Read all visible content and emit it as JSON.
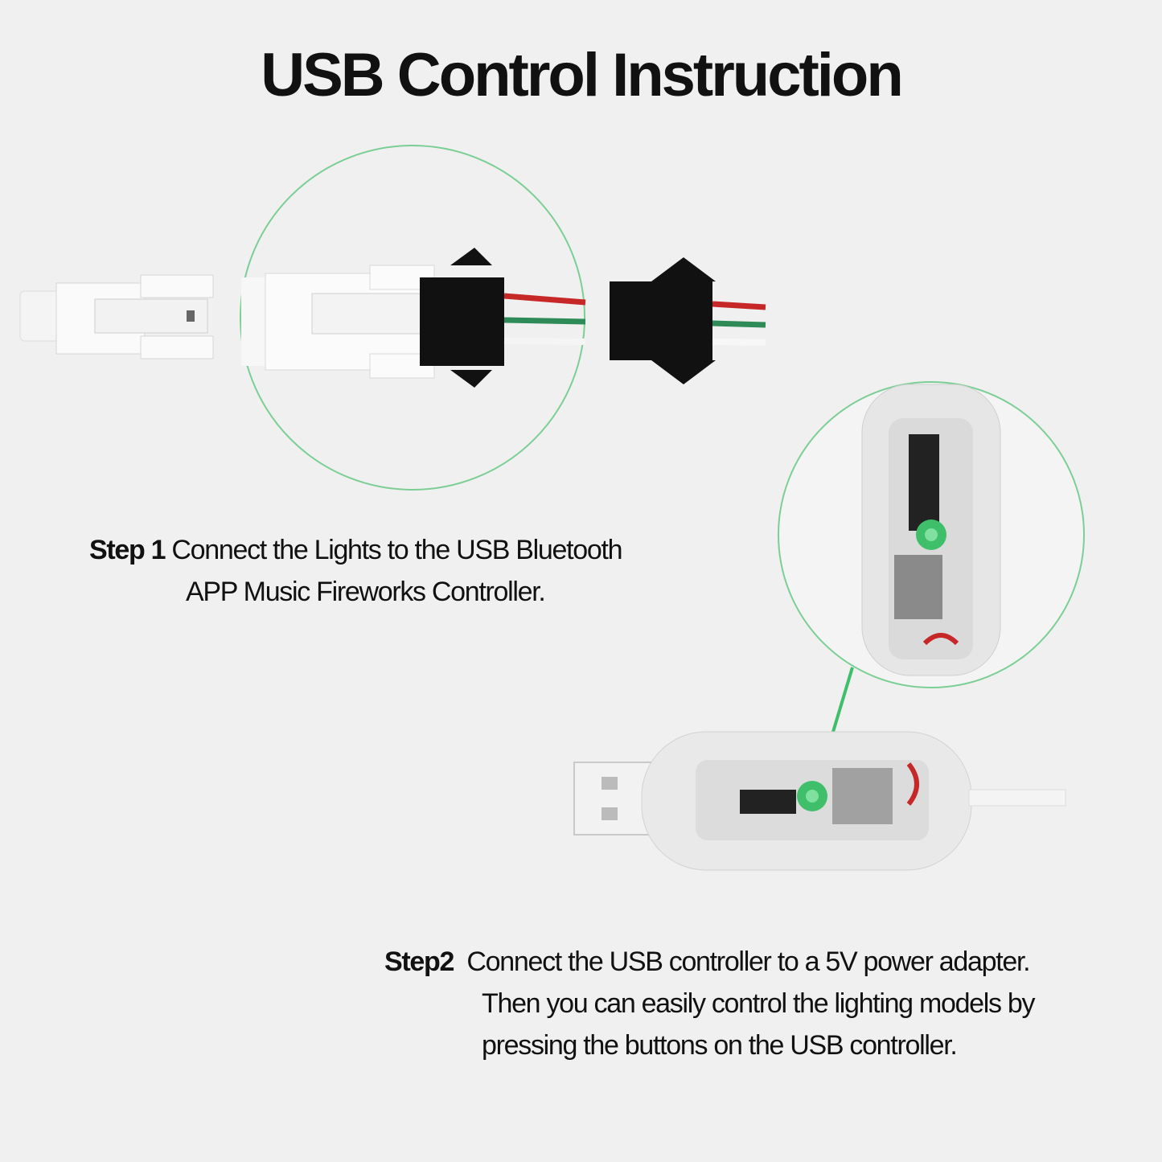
{
  "title": "USB Control Instruction",
  "step1": {
    "label": "Step 1",
    "line1": "Connect the Lights to the USB Bluetooth",
    "line2": "APP Music Fireworks Controller."
  },
  "step2": {
    "label": "Step2",
    "line1": "Connect the USB controller to a 5V power adapter.",
    "line2": "Then you can easily control the lighting models by",
    "line3": "pressing the buttons on the USB controller."
  },
  "colors": {
    "background": "#f0f0f0",
    "accent_green": "#3fbf6a",
    "wire_red": "#c62828",
    "wire_green": "#2e8b57",
    "connector_black": "#111111"
  },
  "icons": [
    "male-connector-icon",
    "female-connector-icon",
    "usb-controller-icon",
    "circuit-board-icon",
    "control-button-icon"
  ]
}
